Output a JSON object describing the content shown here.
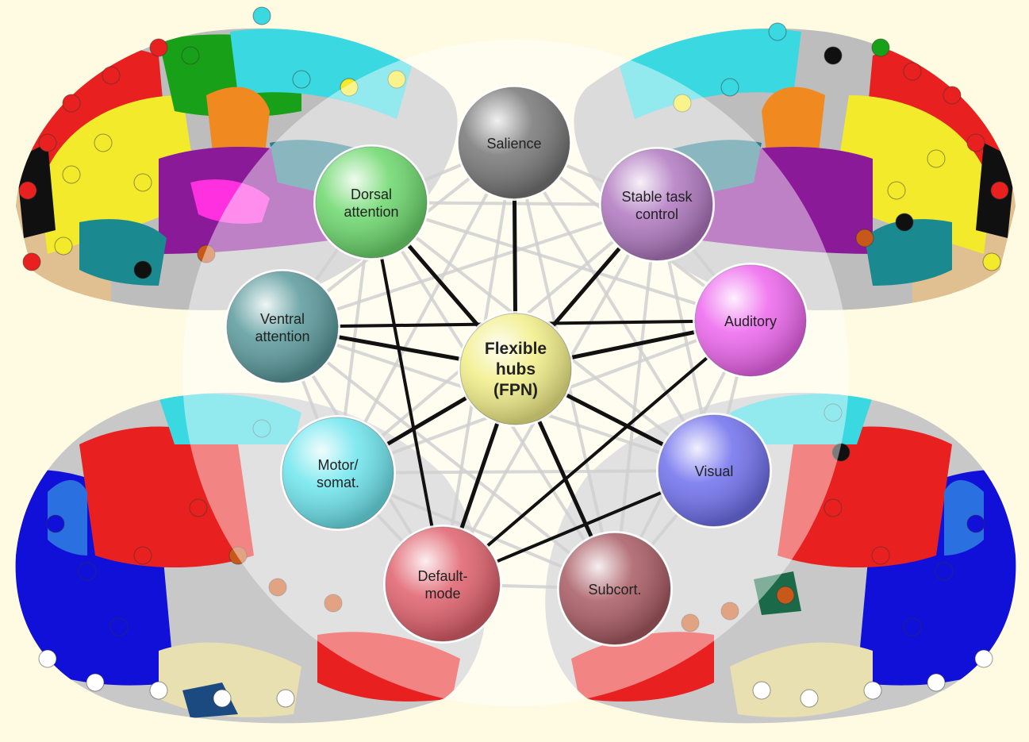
{
  "network": {
    "hub": {
      "lines": [
        "Flexible",
        "hubs",
        "(FPN)"
      ],
      "color": "#f2ef88"
    },
    "nodes": [
      {
        "id": "salience",
        "lines": [
          "Salience"
        ],
        "color": "#777777"
      },
      {
        "id": "stable-task-control",
        "lines": [
          "Stable task",
          "control"
        ],
        "color": "#b078c0"
      },
      {
        "id": "auditory",
        "lines": [
          "Auditory"
        ],
        "color": "#ee66ee"
      },
      {
        "id": "visual",
        "lines": [
          "Visual"
        ],
        "color": "#7070ee"
      },
      {
        "id": "subcortical",
        "lines": [
          "Subcort."
        ],
        "color": "#a85a62"
      },
      {
        "id": "default-mode",
        "lines": [
          "Default-",
          "mode"
        ],
        "color": "#e0606c"
      },
      {
        "id": "motor-somatosensory",
        "lines": [
          "Motor/",
          "somat."
        ],
        "color": "#6ee6ee"
      },
      {
        "id": "ventral-attention",
        "lines": [
          "Ventral",
          "attention"
        ],
        "color": "#5a9a9c"
      },
      {
        "id": "dorsal-attention",
        "lines": [
          "Dorsal",
          "attention"
        ],
        "color": "#6cd86c"
      }
    ],
    "black_links": [
      [
        "dorsal-attention",
        "default-mode"
      ],
      [
        "ventral-attention",
        "auditory"
      ],
      [
        "default-mode",
        "visual"
      ],
      [
        "default-mode",
        "auditory"
      ]
    ]
  }
}
